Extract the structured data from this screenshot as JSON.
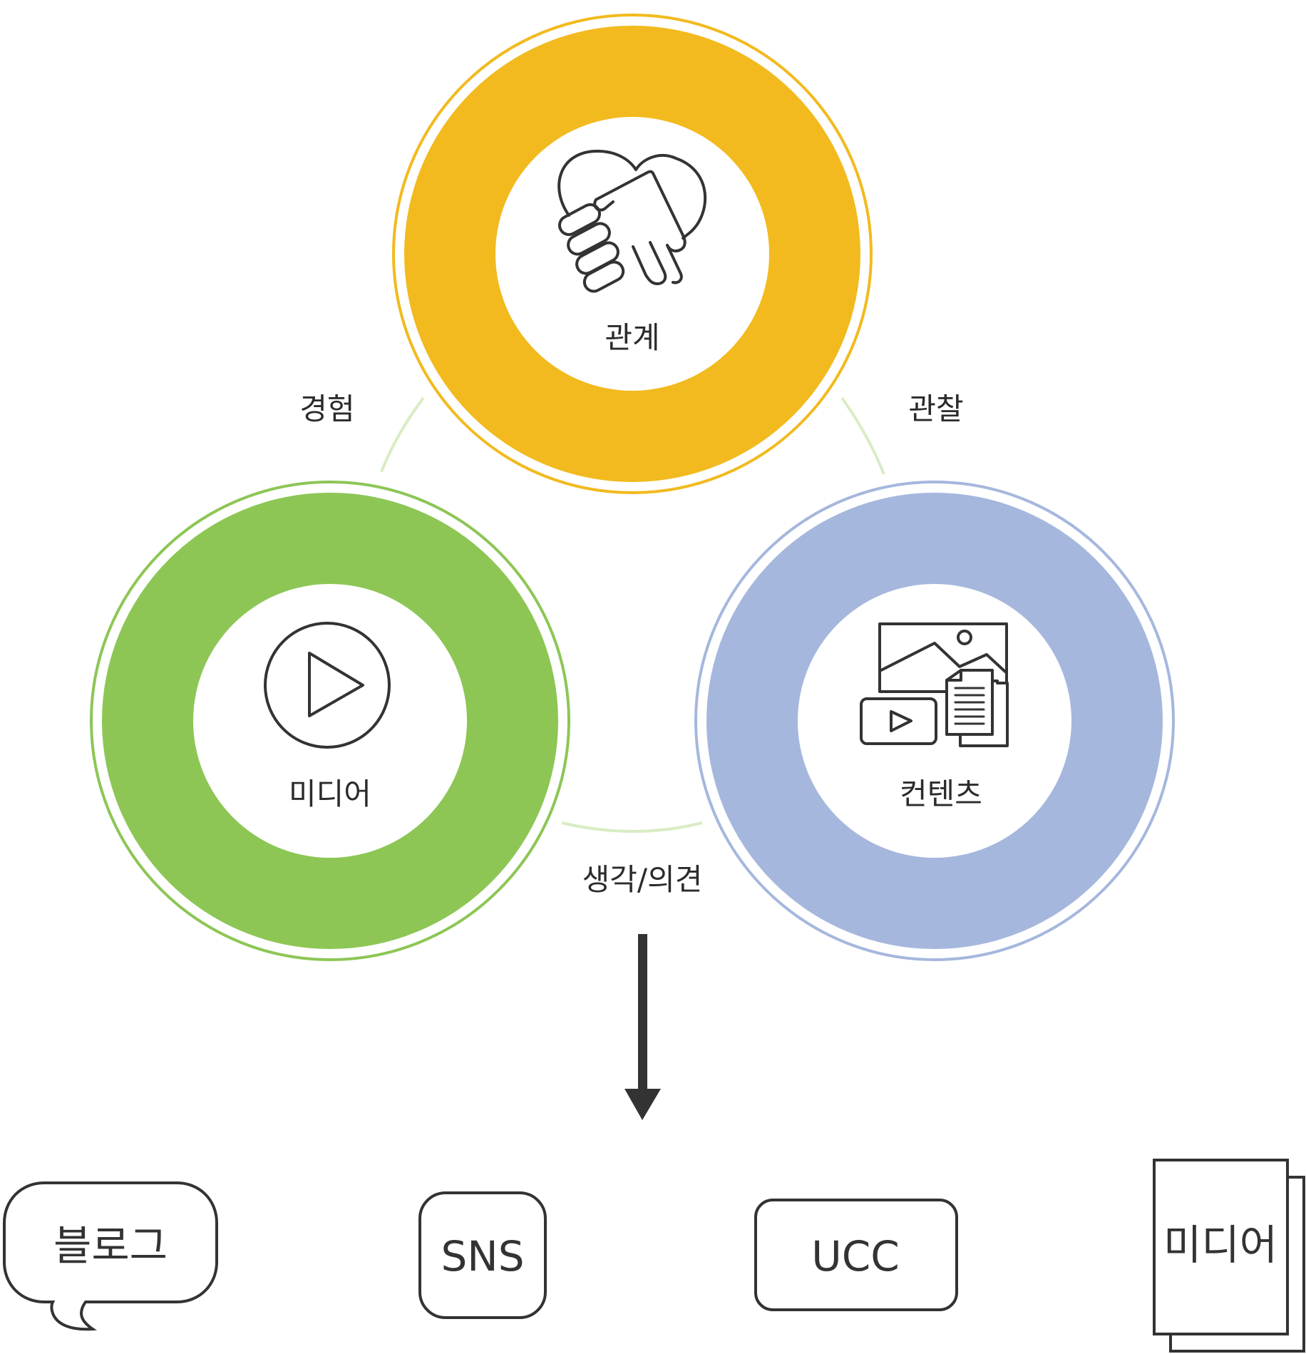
{
  "circles": {
    "top": {
      "label": "관계",
      "icon": "handshake-heart-icon",
      "color": "#f2ba1e"
    },
    "left": {
      "label": "미디어",
      "icon": "play-circle-icon",
      "color": "#8dc655"
    },
    "right": {
      "label": "컨텐츠",
      "icon": "media-content-icon",
      "color": "#a5b7dd"
    }
  },
  "links": {
    "top_left": {
      "label": "경험"
    },
    "top_right": {
      "label": "관찰"
    },
    "bottom": {
      "label": "생각/의견"
    }
  },
  "link_color": "#d9ecc4",
  "arrow": {
    "icon": "arrow-down-icon"
  },
  "outputs": [
    {
      "label": "블로그",
      "shape": "speech-bubble"
    },
    {
      "label": "SNS",
      "shape": "rounded-square"
    },
    {
      "label": "UCC",
      "shape": "rounded-rectangle"
    },
    {
      "label": "미디어",
      "shape": "stacked-pages"
    }
  ]
}
